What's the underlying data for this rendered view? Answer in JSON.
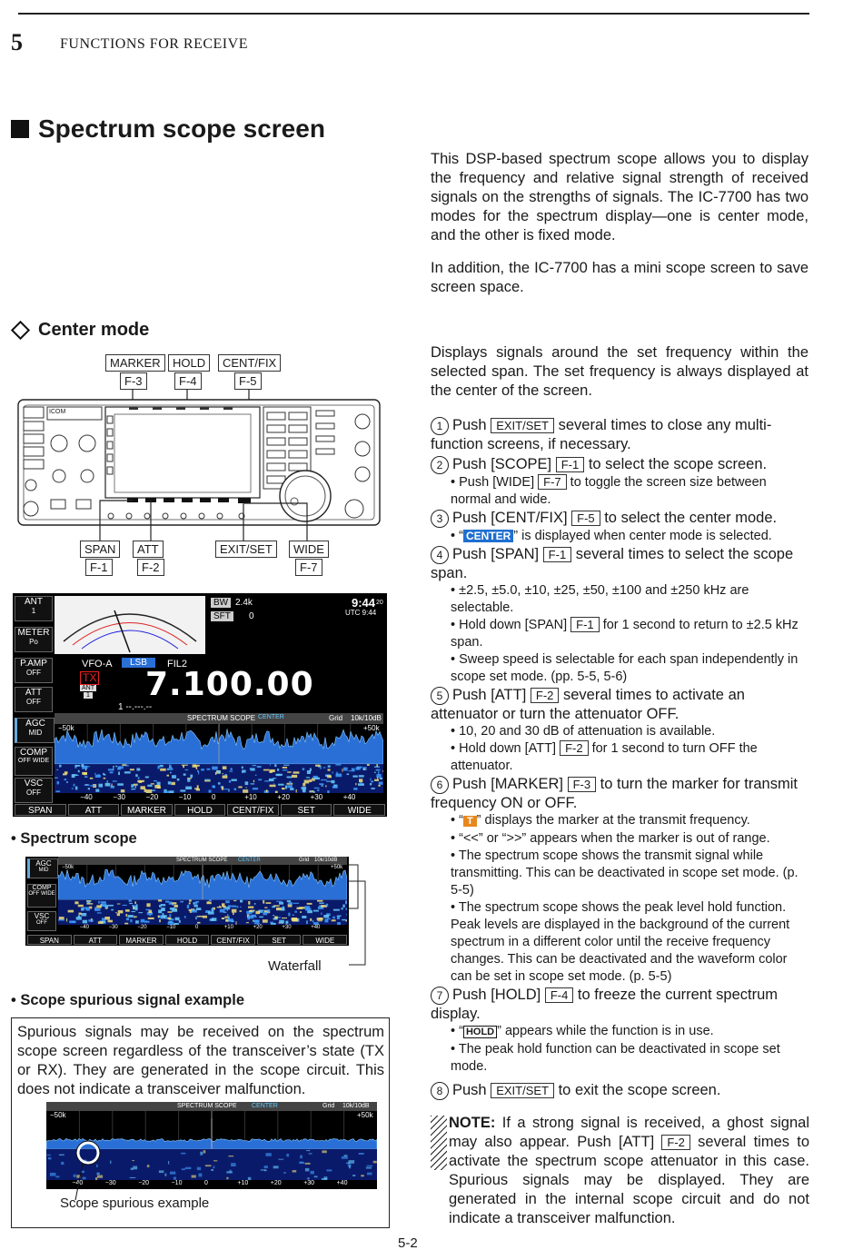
{
  "header": {
    "chapter_number": "5",
    "chapter_title": "FUNCTIONS FOR RECEIVE"
  },
  "section": {
    "title": "Spectrum scope screen"
  },
  "intro": {
    "p1": "This DSP-based spectrum scope allows you to display the frequency and relative signal strength of received signals on the strengths of signals. The IC-7700 has two modes for the spectrum display—one is center mode, and the other is fixed mode.",
    "p2": "In addition, the IC-7700 has a mini scope screen to save screen space."
  },
  "center_mode": {
    "title": "Center mode",
    "desc": "Displays signals around the set frequency within the selected span. The set frequency is always displayed at the center of the screen."
  },
  "radio_diagram": {
    "top_buttons": [
      {
        "name": "MARKER",
        "key": "F-3"
      },
      {
        "name": "HOLD",
        "key": "F-4"
      },
      {
        "name": "CENT/FIX",
        "key": "F-5"
      }
    ],
    "bottom_buttons": [
      {
        "name": "SPAN",
        "key": "F-1"
      },
      {
        "name": "ATT",
        "key": "F-2"
      },
      {
        "name": "EXIT/SET",
        "key": ""
      },
      {
        "name": "WIDE",
        "key": "F-7"
      }
    ],
    "brand": "ICOM"
  },
  "lcd": {
    "side_buttons": [
      {
        "l1": "ANT",
        "l2": "1"
      },
      {
        "l1": "METER",
        "l2": "Po"
      },
      {
        "l1": "P.AMP",
        "l2": "OFF"
      },
      {
        "l1": "ATT",
        "l2": "OFF"
      },
      {
        "l1": "AGC",
        "l2": "MID"
      },
      {
        "l1": "COMP",
        "l2": "OFF WIDE"
      },
      {
        "l1": "VSC",
        "l2": "OFF"
      }
    ],
    "bw_label": "BW",
    "bw_value": "2.4k",
    "sft_label": "SFT",
    "sft_value": "0",
    "time": "9:44",
    "time_sec": "20",
    "utc": "UTC 9:44",
    "vfo": "VFO-A",
    "mode": "LSB",
    "filter": "FIL2",
    "tx": "TX",
    "ant": "ANT",
    "ant_num": "1",
    "frequency": "7.100.00",
    "mem": "1  --.---.--",
    "scope_title": "SPECTRUM SCOPE",
    "center_badge": "CENTER",
    "grid": "Grid",
    "grid_value": "10k/10dB",
    "span_left": "−50k",
    "span_right": "+50k",
    "axis": [
      "−40",
      "−30",
      "−20",
      "−10",
      "0",
      "+10",
      "+20",
      "+30",
      "+40"
    ],
    "softkeys": [
      "SPAN",
      "ATT",
      "MARKER",
      "HOLD",
      "CENT/FIX",
      "SET",
      "WIDE"
    ]
  },
  "spectrum_scope": {
    "title": "• Spectrum scope",
    "waterfall_label": "Waterfall"
  },
  "spurious": {
    "title": "• Scope spurious signal example",
    "text": "Spurious signals may be received on the spectrum scope screen regardless of the transceiver’s state (TX or RX). They are generated in the scope circuit. This does not indicate a transceiver malfunction.",
    "caption": "Scope spurious example"
  },
  "steps": [
    {
      "num": "1",
      "pre": "Push",
      "key": "EXIT/SET",
      "post": "several times to close any multi-function screens, if necessary."
    },
    {
      "num": "2",
      "pre": "Push [SCOPE]",
      "key": "F-1",
      "post": "to select the scope screen."
    },
    {
      "num": "3",
      "pre": "Push [CENT/FIX]",
      "key": "F-5",
      "post": "to select the center mode."
    },
    {
      "num": "4",
      "pre": "Push [SPAN]",
      "key": "F-1",
      "post": "several times to select the scope span."
    },
    {
      "num": "5",
      "pre": "Push [ATT]",
      "key": "F-2",
      "post": "several times to activate an attenuator or turn the attenuator OFF."
    },
    {
      "num": "6",
      "pre": "Push [MARKER]",
      "key": "F-3",
      "post": "to turn the marker for transmit frequency ON or OFF."
    },
    {
      "num": "7",
      "pre": "Push [HOLD]",
      "key": "F-4",
      "post": "to freeze the current spectrum display."
    },
    {
      "num": "8",
      "pre": "Push",
      "key": "EXIT/SET",
      "post": "to exit the scope screen."
    }
  ],
  "bullets": {
    "s2_pre": "Push [WIDE]",
    "s2_key": "F-7",
    "s2_post": "to toggle the screen size between normal and wide.",
    "s3_badge": "CENTER",
    "s3_post": "” is displayed when center mode is selected.",
    "s4_a": "±2.5, ±5.0, ±10, ±25, ±50, ±100 and ±250 kHz are selectable.",
    "s4_b_pre": "Hold down [SPAN]",
    "s4_b_key": "F-1",
    "s4_b_post": "for 1 second to return to ±2.5 kHz span.",
    "s4_c": "Sweep speed is selectable for each span independently in scope set mode. (pp. 5-5, 5-6)",
    "s5_a": "10, 20 and 30 dB of attenuation is available.",
    "s5_b_pre": "Hold down [ATT]",
    "s5_b_key": "F-2",
    "s5_b_post": "for 1 second to turn OFF the attenuator.",
    "s6_badge": "T",
    "s6_a": "” displays the marker at the transmit frequency.",
    "s6_b": "“<<” or “>>” appears when the marker is out of range.",
    "s6_c": "The spectrum scope shows the transmit signal while transmitting. This can be deactivated in scope set mode. (p. 5-5)",
    "s6_d": "The spectrum scope shows the peak level hold function. Peak levels are displayed in the background of the current spectrum in a different color until the receive frequency changes. This can be deactivated and the waveform color can be set in scope set mode. (p. 5-5)",
    "s7_badge": "HOLD",
    "s7_a": "” appears while the function is in use.",
    "s7_b": "The peak hold function can be deactivated in scope set mode."
  },
  "note": {
    "label": "NOTE:",
    "pre": "If a strong signal is received, a ghost signal may also appear. Push [ATT]",
    "key": "F-2",
    "post": "several times to activate the spectrum scope attenuator in this case. Spurious signals may be displayed. They are generated in the internal scope circuit and do not indicate a transceiver malfunction."
  },
  "page_number": "5-2",
  "colors": {
    "center_badge": "#1f6fd1",
    "marker_badge": "#e8871e",
    "lcd_bg": "#000000",
    "scope_blue": "#2a6fd6"
  }
}
